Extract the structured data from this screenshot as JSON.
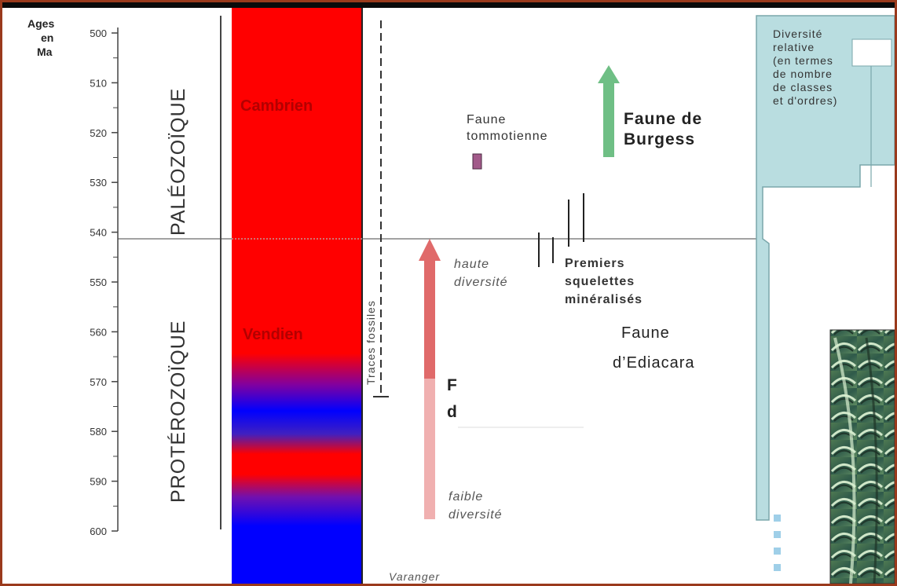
{
  "axis": {
    "title": [
      "Ages",
      "en",
      "Ma"
    ],
    "ticks": [
      "500",
      "510",
      "520",
      "530",
      "540",
      "550",
      "560",
      "570",
      "580",
      "590",
      "600"
    ]
  },
  "eons": {
    "upper": "PALÉOZOÏQUE",
    "lower": "PROTÉROZOÏQUE"
  },
  "periods": {
    "upper": "Cambrien",
    "lower": "Vendien"
  },
  "traces": "Traces fossiles",
  "tommotian": [
    "Faune",
    "tommotienne"
  ],
  "burgess": [
    "Faune de",
    "Burgess"
  ],
  "high_diversity": [
    "haute",
    "diversité"
  ],
  "low_diversity": [
    "faible",
    "diversité"
  ],
  "skeletons": [
    "Premiers",
    "squelettes",
    "minéralisés"
  ],
  "ediacara": [
    "Faune",
    "d’Ediacara"
  ],
  "partial_label": [
    "F",
    "d"
  ],
  "bottom_text": "Varanger",
  "diversity_label": [
    "Diversité",
    "relative",
    "(en termes",
    "de nombre",
    "de classes",
    "et d'ordres)"
  ],
  "colors": {
    "period_red": "#ff0000",
    "period_blue": "#0000ff",
    "burgess_arrow": "#6fbf85",
    "ediacara_arrow": "#e06a6a",
    "tommotian_box": "#a25a8a",
    "diversity_fill": "#b9dde0",
    "frame": "#9a3a1c"
  },
  "icons": {
    "fossil_photo": "fern-like-fossil-image"
  }
}
